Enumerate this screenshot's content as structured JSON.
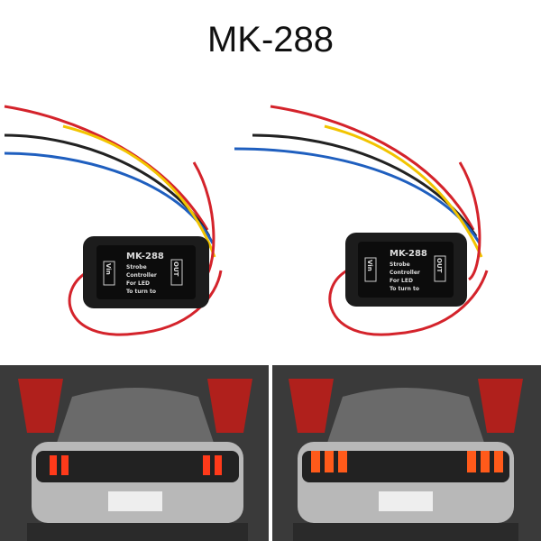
{
  "title": "MK-288",
  "module": {
    "model": "MK-288",
    "lines": [
      "Strobe",
      "Controller",
      "For LED",
      "To turn to"
    ],
    "input_label": "Vin",
    "output_label": "OUT"
  },
  "colors": {
    "wire_red": "#d4232b",
    "wire_black": "#222222",
    "wire_yellow": "#f2c400",
    "wire_blue": "#1f5fbf",
    "brake_light": "#ff3a1a"
  }
}
